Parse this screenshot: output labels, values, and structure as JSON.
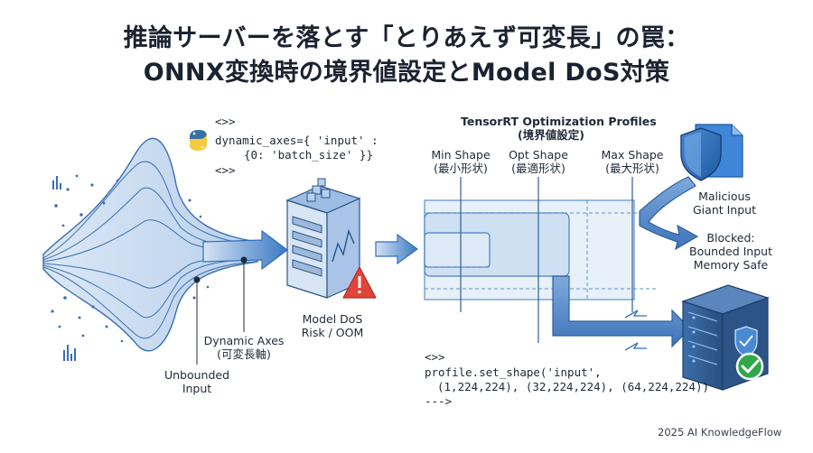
{
  "title": {
    "line1": "推論サーバーを落とす「とりあえず可変長」の罠：",
    "line2": "ONNX変換時の境界値設定とModel DoS対策"
  },
  "code_top": {
    "marker_open": "<>>",
    "line1": "dynamic_axes={ 'input' :",
    "line2": "{0: 'batch_size' }}",
    "marker_close": "<>>"
  },
  "labels": {
    "dynamic_axes": "Dynamic Axes",
    "dynamic_axes_jp": "(可変長軸)",
    "unbounded_1": "Unbounded",
    "unbounded_2": "Input",
    "model_dos_1": "Model DoS",
    "model_dos_2": "Risk / OOM"
  },
  "tensorrt": {
    "title": "TensorRT Optimization Profiles",
    "subtitle": "(境界値設定)",
    "min_shape": "Min Shape",
    "min_shape_jp": "(最小形状)",
    "opt_shape": "Opt Shape",
    "opt_shape_jp": "(最適形状)",
    "max_shape": "Max Shape",
    "max_shape_jp": "(最大形状)"
  },
  "right": {
    "malicious_1": "Malicious",
    "malicious_2": "Giant Input",
    "blocked_1": "Blocked:",
    "blocked_2": "Bounded Input",
    "blocked_3": "Memory Safe"
  },
  "code_bottom": {
    "marker_open": "<>>",
    "line1": "profile.set_shape('input',",
    "line2": "(1,224,224), (32,224,224), (64,224,224))",
    "marker_close": "--->"
  },
  "footer": "2025 AI KnowledgeFlow",
  "colors": {
    "primary": "#2f6fb8",
    "light": "#cfe0f3",
    "dark": "#1b2230",
    "warning": "#e0443a",
    "check": "#2ea84a"
  }
}
